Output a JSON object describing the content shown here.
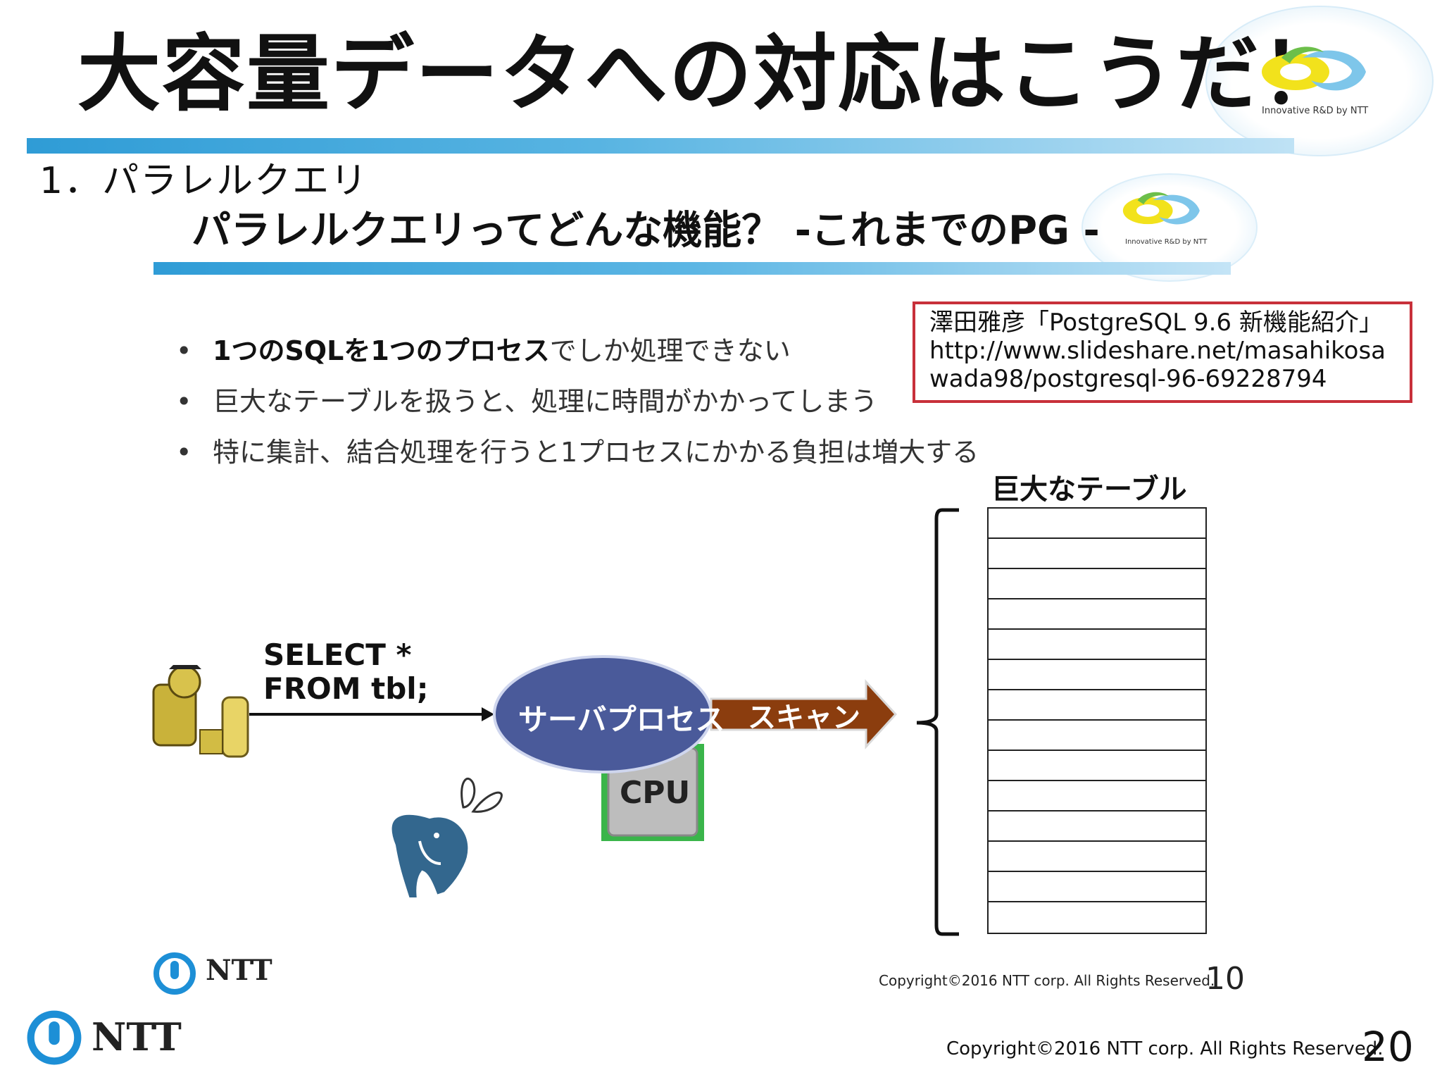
{
  "slide": {
    "title": "大容量データへの対応はこうだ！",
    "subheading": "1．パラレルクエリ",
    "logo_caption": "Innovative R&D by NTT",
    "footer": {
      "logo_text": "NTT",
      "copyright": "Copyright©2016  NTT corp. All Rights Reserved.",
      "page_number": "20"
    }
  },
  "inner_slide": {
    "title": "パラレルクエリってどんな機能？ -これまでのPG -",
    "logo_caption": "Innovative R&D by NTT",
    "bullets": [
      {
        "strong": "1つのSQLを1つのプロセス",
        "rest": "でしか処理できない"
      },
      {
        "strong": "",
        "rest": "巨大なテーブルを扱うと、処理に時間がかかってしまう"
      },
      {
        "strong": "",
        "rest": "特に集計、結合処理を行うと1プロセスにかかる負担は増大する"
      }
    ],
    "reference": {
      "line1": "澤田雅彦「PostgreSQL 9.6 新機能紹介」",
      "line2": "http://www.slideshare.net/masahikosa",
      "line3": "wada98/postgresql-96-69228794"
    },
    "diagram": {
      "query_line1": "SELECT *",
      "query_line2": "FROM tbl;",
      "server_process": "サーバプロセス",
      "scan_label": "スキャン",
      "cpu_label": "CPU",
      "table_label": "巨大なテーブル",
      "table_rows": 14
    },
    "footer": {
      "logo_text": "NTT",
      "copyright": "Copyright©2016  NTT corp. All Rights Reserved.",
      "page_number": "10"
    }
  },
  "colors": {
    "header_bar": "#2f9cd6",
    "reference_border": "#c8303a",
    "server_ellipse": "#4a5a9a",
    "scan_arrow": "#8b3d0e",
    "cpu_border": "#3ab54a",
    "ntt_blue": "#1d8fd6"
  }
}
